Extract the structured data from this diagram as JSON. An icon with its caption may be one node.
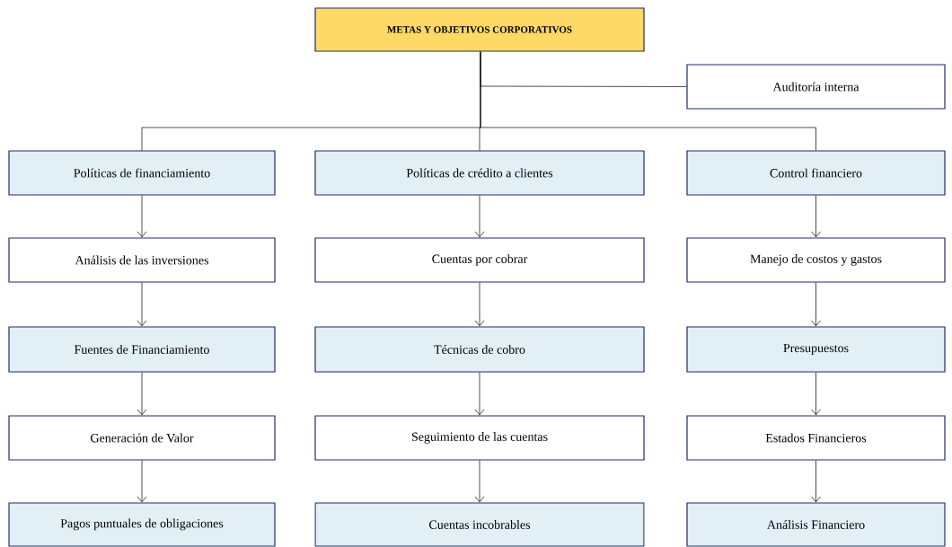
{
  "diagram": {
    "nodes": [
      {
        "text": [
          "METAS Y OBJETIVOS CORPORATIVOS"
        ]
      },
      {
        "text": [
          "Auditoría interna"
        ]
      },
      {
        "text": [
          "Políticas de financiamiento"
        ]
      },
      {
        "text": [
          "Políticas de crédito a clientes"
        ]
      },
      {
        "text": [
          "Control financiero"
        ]
      },
      {
        "text": [
          "Análisis de las inversiones"
        ]
      },
      {
        "text": [
          "Cuentas por cobrar"
        ]
      },
      {
        "text": [
          "Manejo de costos y gastos"
        ]
      },
      {
        "text": [
          "Fuentes de Financiamiento"
        ]
      },
      {
        "text": [
          "Técnicas de cobro"
        ]
      },
      {
        "text": [
          "Presupuestos"
        ]
      },
      {
        "text": [
          "Generación de Valor"
        ]
      },
      {
        "text": [
          "Seguimiento de las cuentas"
        ]
      },
      {
        "text": [
          "Estados Financieros"
        ]
      },
      {
        "text": [
          "Pagos puntuales de obligaciones"
        ]
      },
      {
        "text": [
          "Cuentas incobrables"
        ]
      },
      {
        "text": [
          "Análisis Financiero"
        ]
      }
    ],
    "edges": [
      {
        "from": 0,
        "to": 1,
        "arrow": "none"
      },
      {
        "from": 0,
        "to": 2,
        "arrow": "none"
      },
      {
        "from": 0,
        "to": 3,
        "arrow": "none"
      },
      {
        "from": 0,
        "to": 4,
        "arrow": "none"
      },
      {
        "from": 2,
        "to": 5,
        "arrow": "to"
      },
      {
        "from": 3,
        "to": 6,
        "arrow": "to"
      },
      {
        "from": 4,
        "to": 7,
        "arrow": "to"
      },
      {
        "from": 5,
        "to": 8,
        "arrow": "to"
      },
      {
        "from": 6,
        "to": 9,
        "arrow": "to"
      },
      {
        "from": 7,
        "to": 10,
        "arrow": "to"
      },
      {
        "from": 8,
        "to": 11,
        "arrow": "to"
      },
      {
        "from": 9,
        "to": 12,
        "arrow": "to"
      },
      {
        "from": 10,
        "to": 13,
        "arrow": "to"
      },
      {
        "from": 11,
        "to": 14,
        "arrow": "to"
      },
      {
        "from": 12,
        "to": 15,
        "arrow": "to"
      },
      {
        "from": 13,
        "to": 16,
        "arrow": "to"
      }
    ]
  }
}
